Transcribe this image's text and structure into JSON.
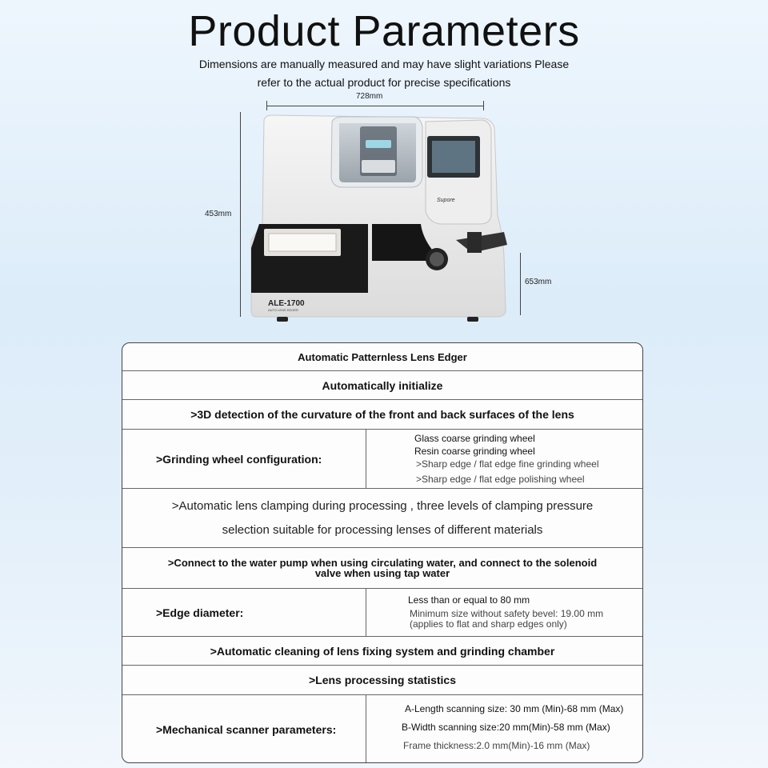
{
  "header": {
    "title": "Product Parameters",
    "subtitle_line1": "Dimensions are manually measured and may have slight variations Please",
    "subtitle_line2": "refer to the actual product for precise specifications"
  },
  "dimensions": {
    "width": "728mm",
    "height": "453mm",
    "depth": "653mm"
  },
  "product": {
    "model": "ALE-1700",
    "model_sub": "AUTO LENS EDGER",
    "brand": "Supore"
  },
  "specs": {
    "row1": "Automatic Patternless Lens Edger",
    "row2": "Automatically initialize",
    "row3": ">3D detection of the curvature of the front and back surfaces of the lens",
    "row4_label": ">Grinding wheel configuration:",
    "row4_values": [
      "Glass coarse grinding wheel",
      "Resin coarse grinding wheel",
      ">Sharp edge / flat edge fine grinding wheel",
      ">Sharp edge / flat edge polishing wheel"
    ],
    "row5_line1": ">Automatic lens clamping during processing , three levels of clamping pressure",
    "row5_line2": "selection suitable for processing lenses of different materials",
    "row6_line1": ">Connect to the water pump when using circulating water, and connect to the solenoid",
    "row6_line2": "valve when using tap water",
    "row7_label": ">Edge diameter:",
    "row7_values": [
      "Less than or equal to 80 mm",
      "Minimum size without safety bevel: 19.00 mm",
      "(applies to flat and sharp edges only)"
    ],
    "row8": ">Automatic cleaning of lens fixing system and grinding chamber",
    "row9": ">Lens processing statistics",
    "row10_label": ">Mechanical scanner parameters:",
    "row10_values": [
      "A-Length scanning size: 30 mm (Min)-68 mm (Max)",
      "B-Width scanning size:20 mm(Min)-58 mm (Max)",
      "Frame thickness:2.0 mm(Min)-16 mm (Max)"
    ]
  }
}
